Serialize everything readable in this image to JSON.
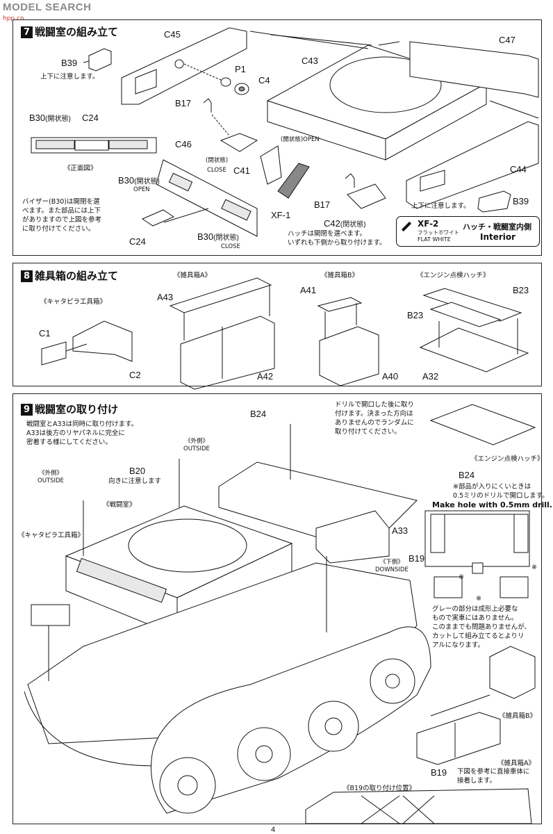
{
  "watermark": {
    "text": "MODEL SEARCH",
    "sub": "hpp.cn"
  },
  "step7": {
    "title": "戦闘室の組み立て",
    "number": "7",
    "labels": {
      "c45": "C45",
      "b39_top": "B39",
      "b39_note": "上下に注意します。",
      "p1": "P1",
      "c4": "C4",
      "c43": "C43",
      "c47": "C47",
      "b17_top": "B17",
      "b30_open_label": "B30",
      "b30_open_paren": "(開状態)",
      "c24_top": "C24",
      "front_view": "《正面図》",
      "c46": "C46",
      "b30_mid": "B30",
      "b30_mid_paren": "(開状態)",
      "b30_mid_open": "OPEN",
      "c41_close_jp": "(閉状態)",
      "c41_close_en": "CLOSE",
      "c41": "C41",
      "open_jp": "(開状態)",
      "open_en": "OPEN",
      "c44": "C44",
      "xf1": "XF-1",
      "b17_bottom": "B17",
      "c42": "C42",
      "c42_paren": "(閉状態)",
      "b39_bottom": "B39",
      "b39_bottom_note": "上下に注意します。",
      "c24_bottom": "C24",
      "b30_close": "B30",
      "b30_close_paren": "(閉状態)",
      "b30_close_en": "CLOSE"
    },
    "visor_note": [
      "バイザー(B30)は開閉を選",
      "べます。また部品には上下",
      "がありますので上図を参考",
      "に取り付けてください。"
    ],
    "hatch_note": [
      "ハッチは開閉を選べます。",
      "いずれも下側から取り付けます。"
    ],
    "paint": {
      "code": "XF-2",
      "jp": "フラットホワイト",
      "en": "FLAT WHITE",
      "area_jp": "ハッチ・戦闘室内側",
      "area_en": "Interior"
    }
  },
  "step8": {
    "title": "雑具箱の組み立て",
    "number": "8",
    "groups": {
      "track_tool": "《キャタピラ工具箱》",
      "box_a": "《雑具箱A》",
      "box_b": "《雑具箱B》",
      "engine_hatch": "《エンジン点検ハッチ》"
    },
    "labels": {
      "c1": "C1",
      "c2": "C2",
      "a43": "A43",
      "a42": "A42",
      "a41": "A41",
      "a40": "A40",
      "b23_top": "B23",
      "b23_left": "B23",
      "a32": "A32"
    }
  },
  "step9": {
    "title": "戦闘室の取り付け",
    "number": "9",
    "intro": [
      "戦闘室とA33は同時に取り付けます。",
      "A33は後方のリヤパネルに完全に",
      "密着する様にしてください。"
    ],
    "outside1_jp": "《外側》",
    "outside1_en": "OUTSIDE",
    "outside2_jp": "《外側》",
    "outside2_en": "OUTSIDE",
    "b20": "B20",
    "b20_note": "向きに注意します",
    "b24_top": "B24",
    "drill_note": [
      "ドリルで開口した後に取り",
      "付けます。決まった方向は",
      "ありませんのでランダムに",
      "取り付けてください。"
    ],
    "engine_hatch": "《エンジン点検ハッチ》",
    "b24_right": "B24",
    "hole_note_jp": [
      "※部品が入りにくいときは",
      "0.5ミリのドリルで開口します。"
    ],
    "hole_note_en": "Make hole with 0.5mm drill.",
    "fighting_room": "《戦闘室》",
    "track_tool": "《キャタピラ工具箱》",
    "a33": "A33",
    "downside_jp": "《下側》",
    "downside_en": "DOWNSIDE",
    "b19": "B19",
    "grey_note": [
      "グレーの部分は成形上必要な",
      "もので実車にはありません。",
      "このままでも問題ありませんが、",
      "カットして組み立てるとよりリ",
      "アルになります。"
    ],
    "box_b": "《雑具箱B》",
    "box_a": "《雑具箱A》",
    "b19_position": "《B19の取り付け位置》",
    "b19_bottom": "B19",
    "b19_bottom_note": [
      "下図を参考に直接車体に",
      "接着します。"
    ],
    "mark": "※"
  },
  "page_number": "4"
}
